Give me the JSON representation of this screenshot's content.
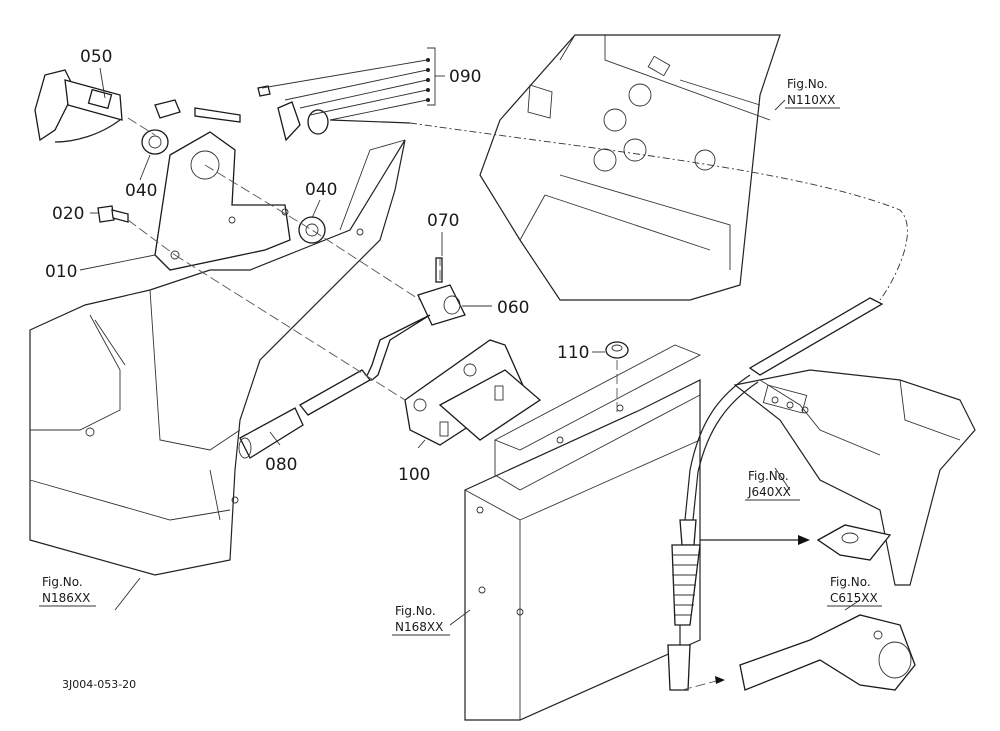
{
  "diagram": {
    "parts": [
      {
        "id": "p050",
        "label": "050"
      },
      {
        "id": "p090",
        "label": "090"
      },
      {
        "id": "p040a",
        "label": "040"
      },
      {
        "id": "p040b",
        "label": "040"
      },
      {
        "id": "p020",
        "label": "020"
      },
      {
        "id": "p010",
        "label": "010"
      },
      {
        "id": "p070",
        "label": "070"
      },
      {
        "id": "p060",
        "label": "060"
      },
      {
        "id": "p110",
        "label": "110"
      },
      {
        "id": "p080",
        "label": "080"
      },
      {
        "id": "p100",
        "label": "100"
      }
    ],
    "figure_refs": [
      {
        "id": "n110",
        "line1": "Fig.No.",
        "line2": "N110XX"
      },
      {
        "id": "j640",
        "line1": "Fig.No.",
        "line2": "J640XX"
      },
      {
        "id": "c615",
        "line1": "Fig.No.",
        "line2": "C615XX"
      },
      {
        "id": "n186",
        "line1": "Fig.No.",
        "line2": "N186XX"
      },
      {
        "id": "n168",
        "line1": "Fig.No.",
        "line2": "N168XX"
      }
    ],
    "drawing_number": "3J004-053-20"
  }
}
